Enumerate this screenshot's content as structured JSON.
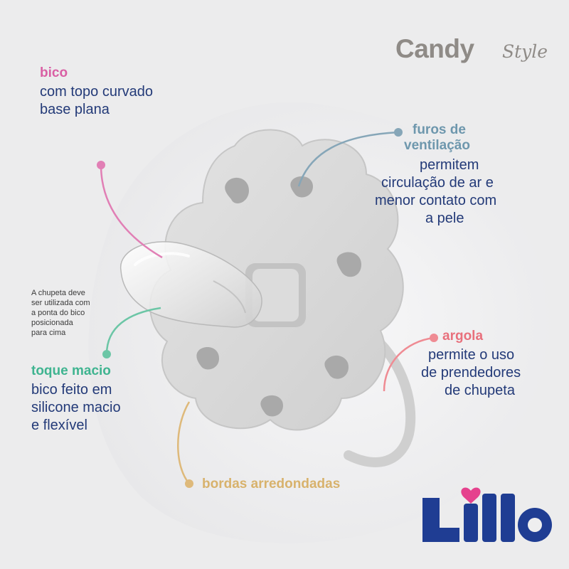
{
  "brand": {
    "candy": "Candy",
    "style": "Style",
    "logo_text": "Lillo"
  },
  "annotations": {
    "bico": {
      "title": "bico",
      "line1": "com topo curvado",
      "line2": "base plana",
      "color": "#d95fa4"
    },
    "furos": {
      "title1": "furos de",
      "title2": "ventilação",
      "line1": "permitem",
      "line2": "circulação de ar e",
      "line3": "menor contato com",
      "line4": "a pele",
      "color": "#6e97ad"
    },
    "argola": {
      "title": "argola",
      "line1": "permite o uso",
      "line2": "de prendedores",
      "line3": "de chupeta",
      "color": "#e8707c"
    },
    "toque": {
      "title": "toque macio",
      "line1": "bico feito em",
      "line2": "silicone macio",
      "line3": "e flexível",
      "color": "#3fb490"
    },
    "bordas": {
      "title": "bordas arredondadas",
      "color": "#d8b26c"
    }
  },
  "note": {
    "line1": "A chupeta deve",
    "line2": "ser utilizada com",
    "line3": "a ponta do bico",
    "line4": "posicionada",
    "line5": "para cima"
  },
  "colors": {
    "text_blue": "#233a78",
    "pacifier_gray": "#d6d6d6",
    "logo_blue": "#1f3d93",
    "logo_heart": "#e5418d"
  }
}
